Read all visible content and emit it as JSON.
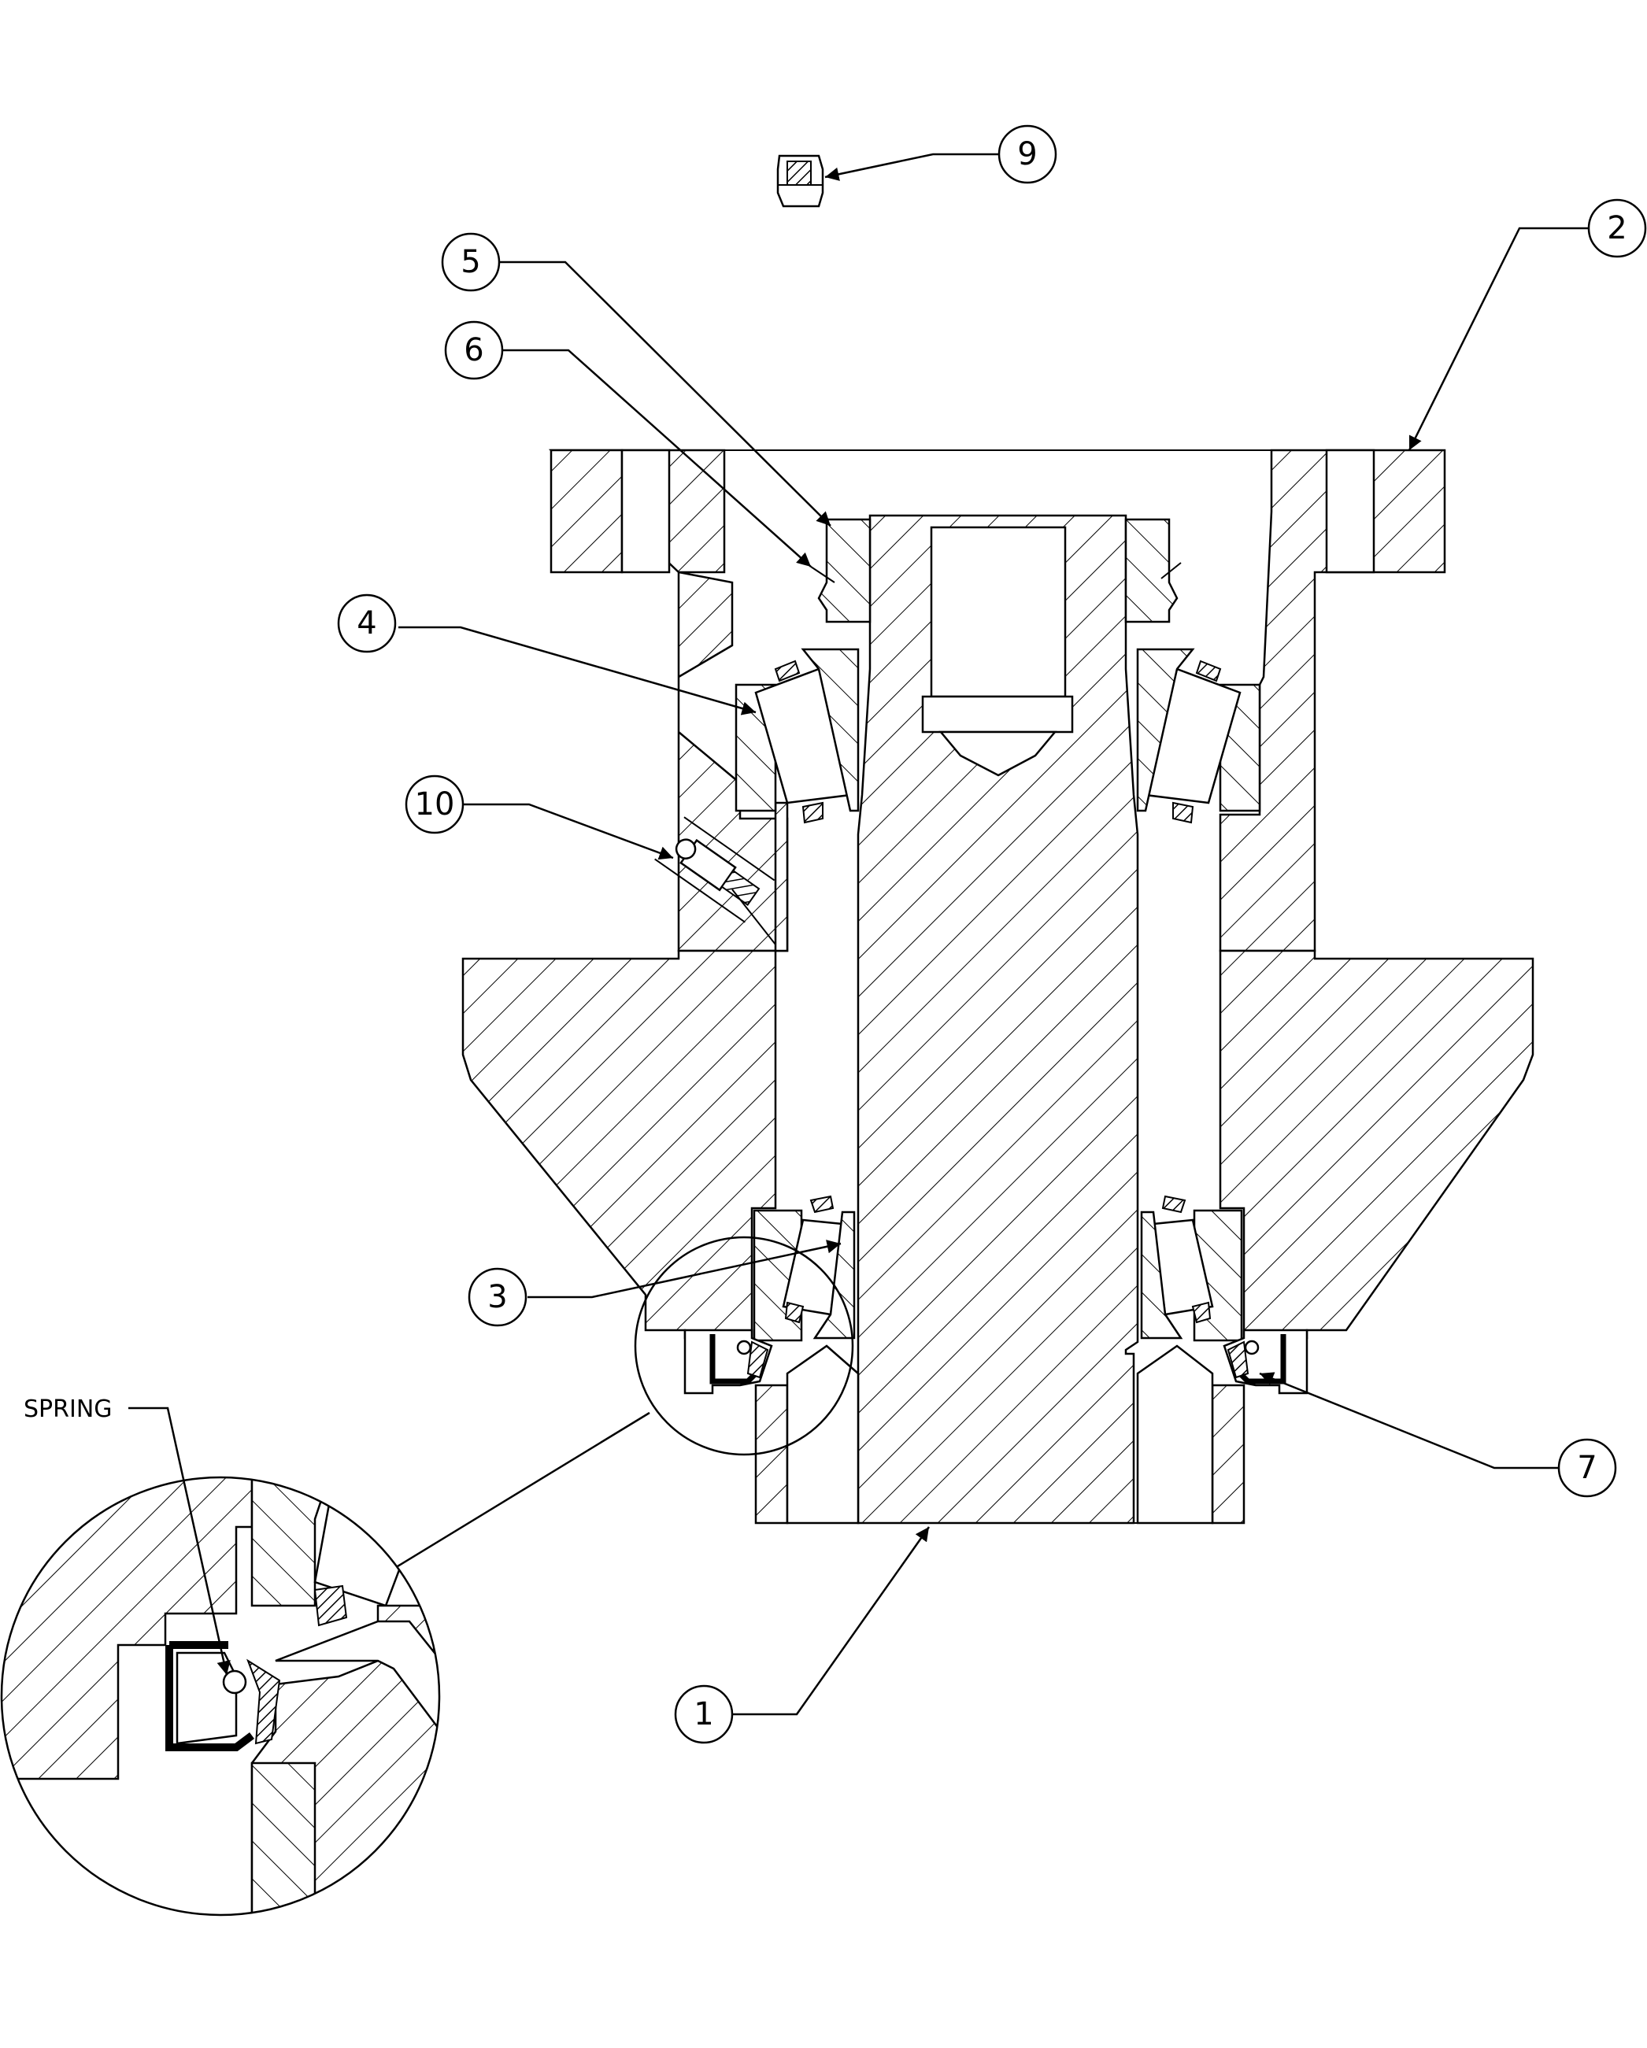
{
  "drawing": {
    "title": "",
    "callouts": [
      {
        "id": "callout-1",
        "label": "1"
      },
      {
        "id": "callout-2",
        "label": "2"
      },
      {
        "id": "callout-3",
        "label": "3"
      },
      {
        "id": "callout-4",
        "label": "4"
      },
      {
        "id": "callout-5",
        "label": "5"
      },
      {
        "id": "callout-6",
        "label": "6"
      },
      {
        "id": "callout-7",
        "label": "7"
      },
      {
        "id": "callout-9",
        "label": "9"
      },
      {
        "id": "callout-10",
        "label": "10"
      }
    ],
    "detail_note": "SPRING"
  }
}
